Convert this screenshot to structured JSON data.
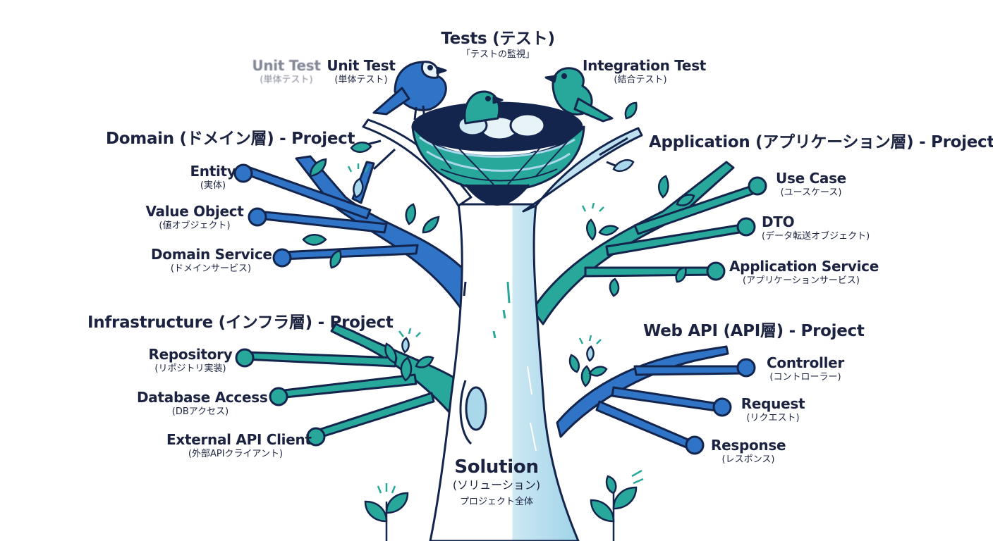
{
  "tests": {
    "title": "Tests (テスト)",
    "subtitle": "「テストの監視」"
  },
  "unit_test_faded": {
    "title": "Unit Test",
    "subtitle": "(単体テスト)"
  },
  "unit_test": {
    "title": "Unit Test",
    "subtitle": "(単体テスト)"
  },
  "integration_test": {
    "title": "Integration Test",
    "subtitle": "(結合テスト)"
  },
  "domain": {
    "title": "Domain (ドメイン層) - Project",
    "items": [
      {
        "title": "Entity",
        "subtitle": "(実体)"
      },
      {
        "title": "Value Object",
        "subtitle": "(値オブジェクト)"
      },
      {
        "title": "Domain Service",
        "subtitle": "(ドメインサービス)"
      }
    ]
  },
  "application": {
    "title": "Application (アプリケーション層) - Project",
    "items": [
      {
        "title": "Use Case",
        "subtitle": "(ユースケース)"
      },
      {
        "title": "DTO",
        "subtitle": "(データ転送オブジェクト)"
      },
      {
        "title": "Application Service",
        "subtitle": "(アプリケーションサービス)"
      }
    ]
  },
  "infrastructure": {
    "title": "Infrastructure (インフラ層) - Project",
    "items": [
      {
        "title": "Repository",
        "subtitle": "(リポジトリ実装)"
      },
      {
        "title": "Database Access",
        "subtitle": "(DBアクセス)"
      },
      {
        "title": "External API Client",
        "subtitle": "(外部APIクライアント)"
      }
    ]
  },
  "webapi": {
    "title": "Web API (API層) - Project",
    "items": [
      {
        "title": "Controller",
        "subtitle": "(コントローラー)"
      },
      {
        "title": "Request",
        "subtitle": "(リクエスト)"
      },
      {
        "title": "Response",
        "subtitle": "(レスポンス)"
      }
    ]
  },
  "solution": {
    "title": "Solution",
    "subtitle": "(ソリューション)",
    "note": "プロジェクト全体"
  },
  "colors": {
    "outline": "#14254d",
    "blue": "#2f74c7",
    "teal": "#28a79b",
    "pale": "#a9d8ea"
  }
}
